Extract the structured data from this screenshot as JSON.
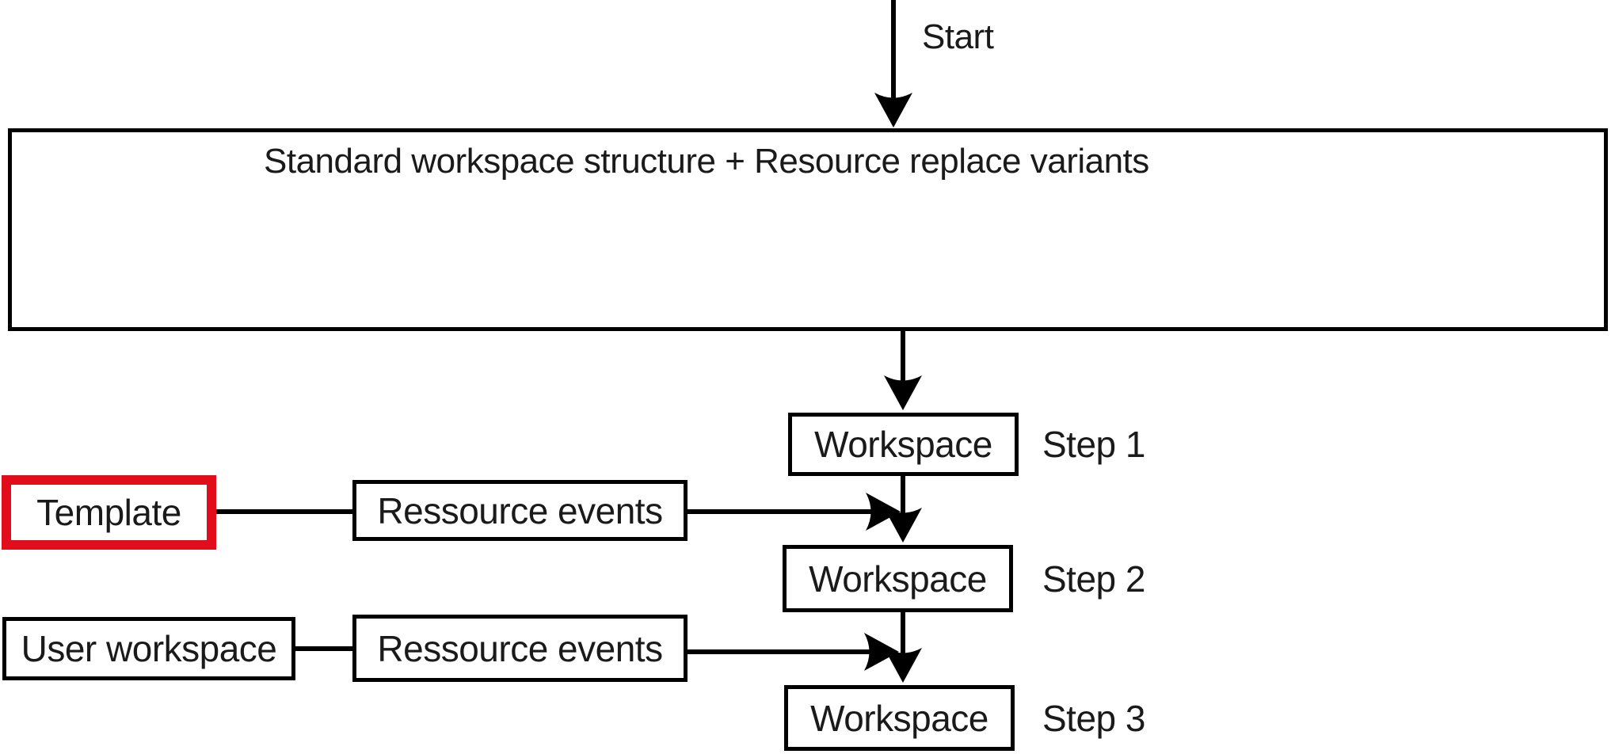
{
  "flow": {
    "start_label": "Start",
    "main_box_label": "Standard workspace structure + Resource replace variants",
    "workspace_steps": [
      {
        "box": "Workspace",
        "label": "Step 1"
      },
      {
        "box": "Workspace",
        "label": "Step 2"
      },
      {
        "box": "Workspace",
        "label": "Step 3"
      }
    ],
    "inputs": [
      {
        "source": "Template",
        "events": "Ressource events",
        "highlighted": true
      },
      {
        "source": "User workspace",
        "events": "Ressource events",
        "highlighted": false
      }
    ],
    "colors": {
      "highlight_red": "#e20d1a",
      "stroke_black": "#000000",
      "background": "#ffffff"
    }
  }
}
